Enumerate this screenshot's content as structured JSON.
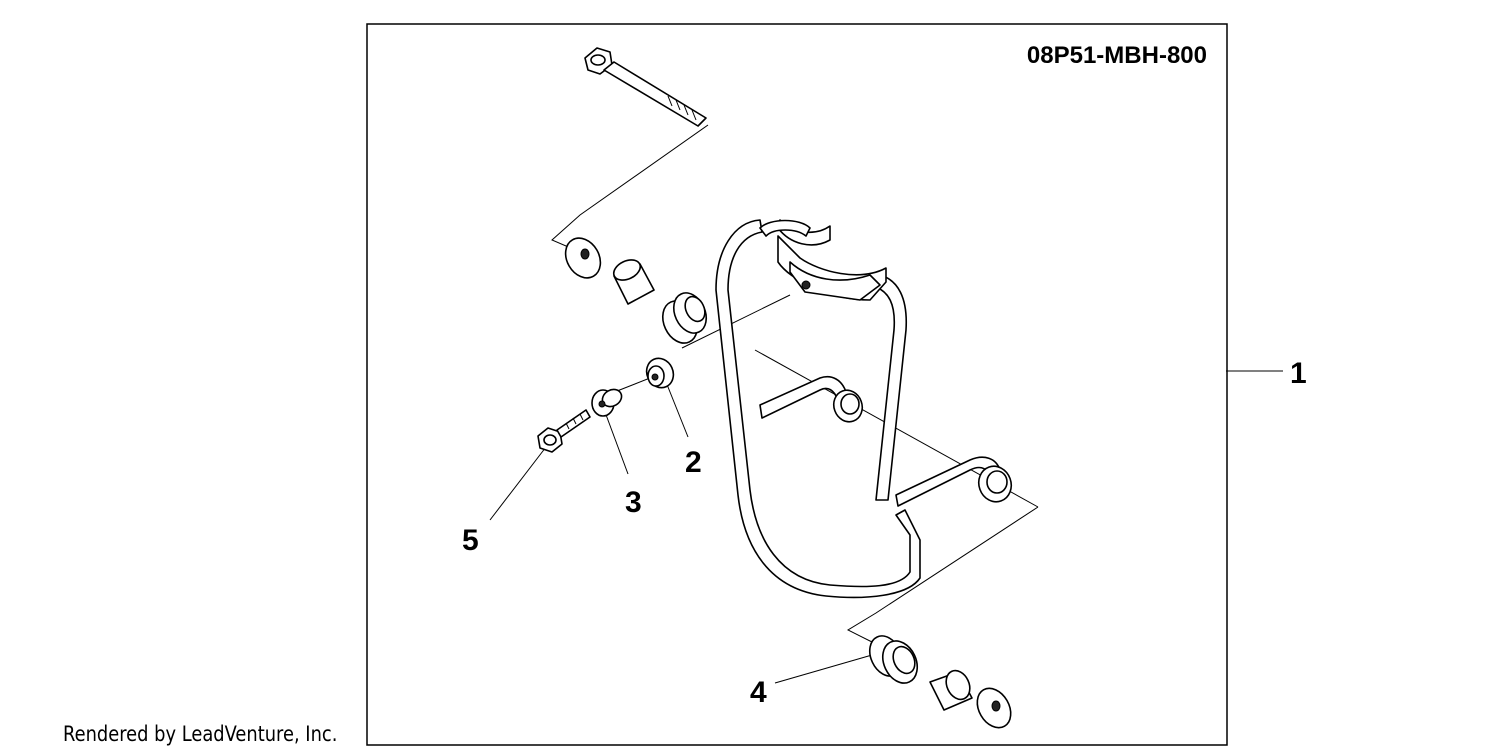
{
  "diagram": {
    "part_number": "08P51-MBH-800",
    "callouts": [
      {
        "id": "c1",
        "label": "1"
      },
      {
        "id": "c2",
        "label": "2"
      },
      {
        "id": "c3",
        "label": "3"
      },
      {
        "id": "c4",
        "label": "4"
      },
      {
        "id": "c5",
        "label": "5"
      }
    ],
    "parts": [
      {
        "name": "long-bolt"
      },
      {
        "name": "flat-washer"
      },
      {
        "name": "collar"
      },
      {
        "name": "rubber-grommet"
      },
      {
        "name": "small-grommet"
      },
      {
        "name": "special-washer"
      },
      {
        "name": "flange-bolt"
      },
      {
        "name": "guard-bar-frame"
      }
    ]
  },
  "footer": {
    "credit": "Rendered by LeadVenture, Inc."
  }
}
